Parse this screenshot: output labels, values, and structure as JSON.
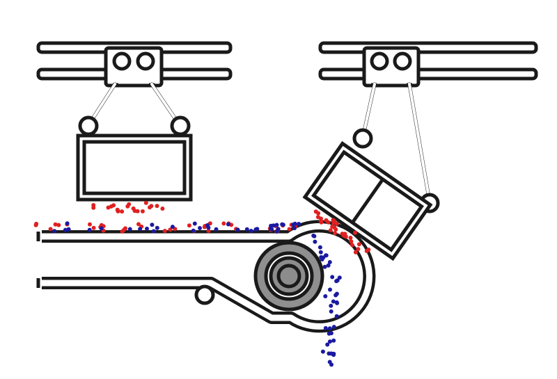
{
  "diagram": {
    "description_visible_text": "",
    "colors": {
      "outline": "#1a1a1a",
      "fill": "#ffffff",
      "pulley_ring": "#909090",
      "pulley_hub": "#8a8a8a",
      "particle_red": "#e02020",
      "particle_blue": "#1a1aa0"
    },
    "components": [
      "overhead-rail-left",
      "trolley-left",
      "hanging-bucket-left",
      "overhead-rail-right",
      "trolley-right",
      "tilted-bucket-right",
      "conveyor-belt",
      "head-pulley",
      "idler-roller",
      "particle-stream-red",
      "particle-stream-blue"
    ]
  }
}
